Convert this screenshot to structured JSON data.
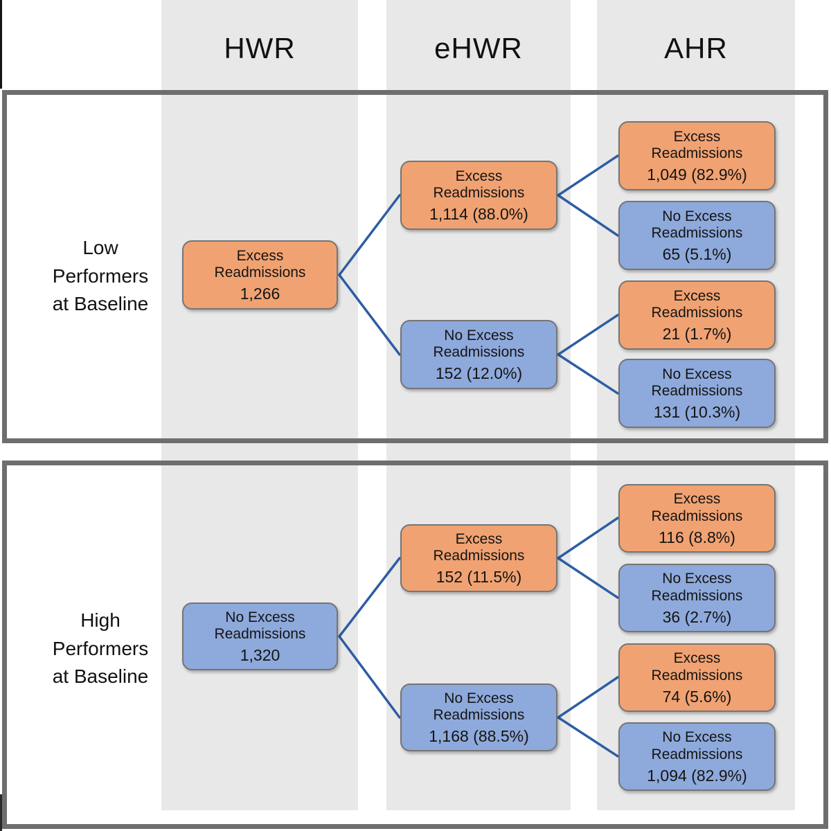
{
  "colors": {
    "excess_fill": "#F0A272",
    "no_excess_fill": "#8EA9DB",
    "connector": "#2E5DA4",
    "panel_border": "#6E6E6E",
    "box_border": "#757575",
    "column_band": "#E8E8E8",
    "text": "#1A1A1A"
  },
  "columns": [
    {
      "label": "HWR"
    },
    {
      "label": "eHWR"
    },
    {
      "label": "AHR"
    }
  ],
  "panels": [
    {
      "label": "Low\nPerformers\nat Baseline",
      "hwr": {
        "title": "Excess\nReadmissions",
        "value": "1,266",
        "type": "excess"
      },
      "ehwr": [
        {
          "title": "Excess\nReadmissions",
          "value": "1,114 (88.0%)",
          "type": "excess"
        },
        {
          "title": "No Excess\nReadmissions",
          "value": "152 (12.0%)",
          "type": "no_excess"
        }
      ],
      "ahr": [
        {
          "title": "Excess\nReadmissions",
          "value": "1,049 (82.9%)",
          "type": "excess"
        },
        {
          "title": "No Excess\nReadmissions",
          "value": "65 (5.1%)",
          "type": "no_excess"
        },
        {
          "title": "Excess\nReadmissions",
          "value": "21 (1.7%)",
          "type": "excess"
        },
        {
          "title": "No Excess\nReadmissions",
          "value": "131 (10.3%)",
          "type": "no_excess"
        }
      ]
    },
    {
      "label": "High\nPerformers\nat Baseline",
      "hwr": {
        "title": "No Excess\nReadmissions",
        "value": "1,320",
        "type": "no_excess"
      },
      "ehwr": [
        {
          "title": "Excess\nReadmissions",
          "value": "152  (11.5%)",
          "type": "excess"
        },
        {
          "title": "No Excess\nReadmissions",
          "value": "1,168 (88.5%)",
          "type": "no_excess"
        }
      ],
      "ahr": [
        {
          "title": "Excess\nReadmissions",
          "value": "116 (8.8%)",
          "type": "excess"
        },
        {
          "title": "No Excess\nReadmissions",
          "value": "36 (2.7%)",
          "type": "no_excess"
        },
        {
          "title": "Excess\nReadmissions",
          "value": "74 (5.6%)",
          "type": "excess"
        },
        {
          "title": "No Excess\nReadmissions",
          "value": "1,094 (82.9%)",
          "type": "no_excess"
        }
      ]
    }
  ]
}
